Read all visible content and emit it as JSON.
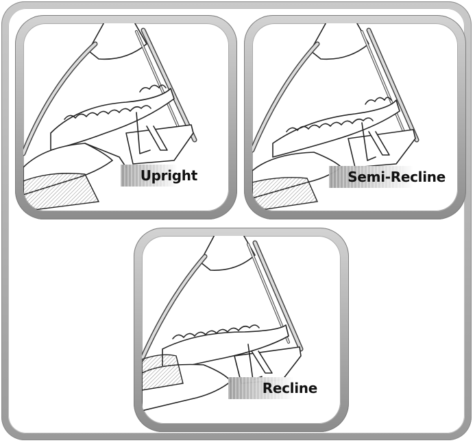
{
  "panels": [
    {
      "id": "upright",
      "label": "Upright"
    },
    {
      "id": "semi-recline",
      "label": "Semi-Recline"
    },
    {
      "id": "recline",
      "label": "Recline"
    }
  ],
  "colors": {
    "frame": "#9a9a9a",
    "background": "#ffffff",
    "line": "#222222",
    "label_text": "#111111"
  }
}
